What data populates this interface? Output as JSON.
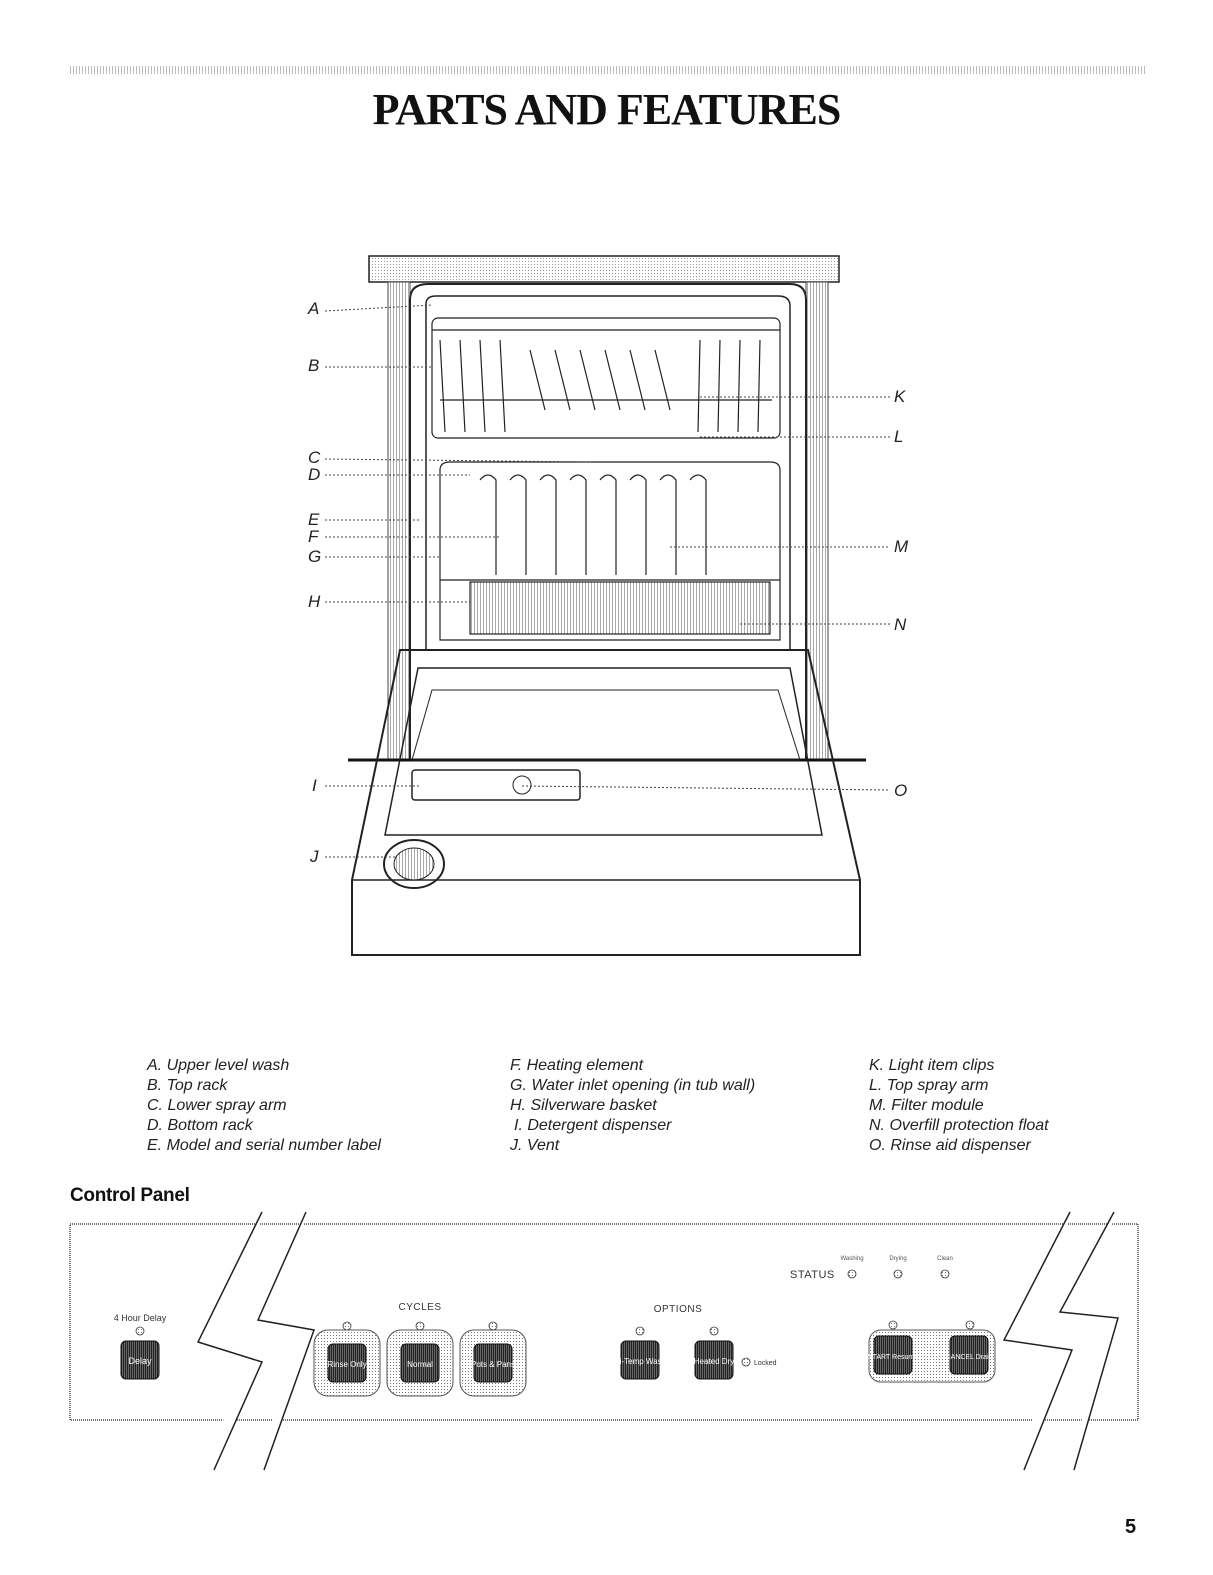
{
  "page": {
    "title": "PARTS AND FEATURES",
    "page_number": "5"
  },
  "diagram": {
    "callouts": [
      "A",
      "B",
      "C",
      "D",
      "E",
      "F",
      "G",
      "H",
      "I",
      "J",
      "K",
      "L",
      "M",
      "N",
      "O"
    ]
  },
  "legend": {
    "col1": [
      "A. Upper level wash",
      "B. Top rack",
      "C. Lower spray arm",
      "D. Bottom rack",
      "E. Model and serial number label"
    ],
    "col2": [
      "F. Heating element",
      "G. Water inlet opening (in tub wall)",
      "H. Silverware basket",
      "I. Detergent dispenser",
      "J. Vent"
    ],
    "col3": [
      "K. Light item clips",
      "L. Top spray arm",
      "M. Filter module",
      "N. Overfill protection float",
      "O. Rinse aid dispenser"
    ]
  },
  "control_panel": {
    "heading": "Control Panel",
    "delay_label": "4 Hour Delay",
    "delay_button": "Delay",
    "cycles_label": "CYCLES",
    "cycle_buttons": [
      "Rinse Only",
      "Normal",
      "Pots & Pans"
    ],
    "options_label": "OPTIONS",
    "option_buttons": [
      "Hi-Temp Wash",
      "Heated Dry"
    ],
    "locked_label": "Locked",
    "status_label": "STATUS",
    "status_lights": [
      "Washing",
      "Drying",
      "Clean"
    ],
    "start_button": "START Resume",
    "cancel_button": "CANCEL Drain"
  }
}
